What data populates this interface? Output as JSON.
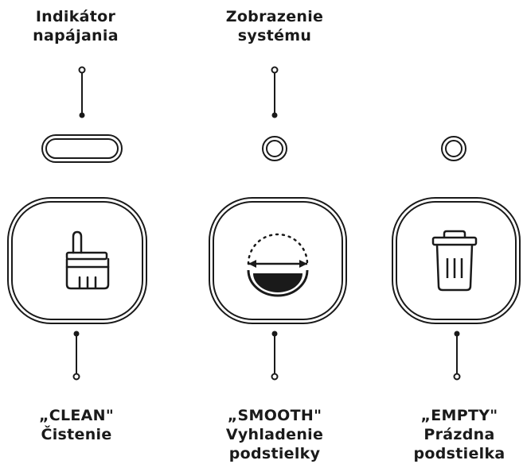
{
  "labels": {
    "power_indicator": {
      "line1": "Indikátor",
      "line2": "napájania"
    },
    "system_display": {
      "line1": "Zobrazenie",
      "line2": "systému"
    },
    "clean": {
      "line1": "„CLEAN\"",
      "line2": "Čistenie"
    },
    "smooth": {
      "line1": "„SMOOTH\"",
      "line2": "Vyhladenie",
      "line3": "podstielky"
    },
    "empty": {
      "line1": "„EMPTY\"",
      "line2": "Prázdna",
      "line3": "podstielka"
    }
  },
  "icons": {
    "clean": "brush-icon",
    "smooth": "level-bowl-icon",
    "empty": "trash-icon"
  },
  "colors": {
    "stroke": "#1a1a1a",
    "background": "#ffffff"
  }
}
